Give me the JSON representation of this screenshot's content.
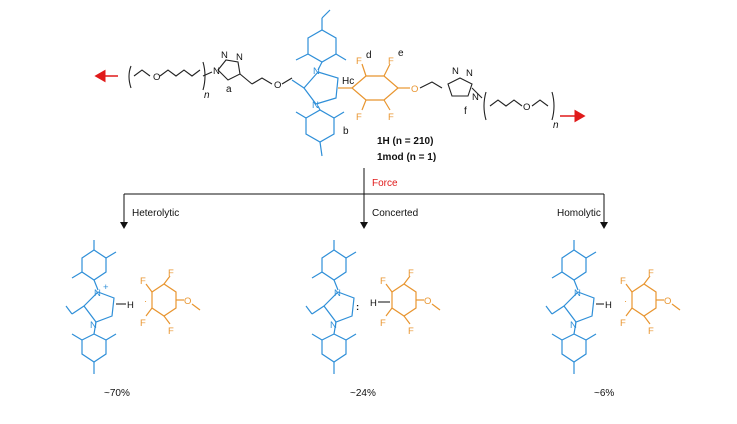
{
  "colors": {
    "mesityl": "#2f8fd8",
    "aryl": "#e8952f",
    "bond": "#222222",
    "force": "#e01a1a"
  },
  "top": {
    "site_labels": [
      "a",
      "b",
      "Hc",
      "d",
      "e",
      "f"
    ],
    "compound_1": "1H (n = 210)",
    "compound_2": "1mod (n = 1)",
    "n_left": "n",
    "n_right": "n"
  },
  "force_label": "Force",
  "pathways": [
    {
      "name": "Heterolytic",
      "yield": "~70%"
    },
    {
      "name": "Concerted",
      "yield": "~24%"
    },
    {
      "name": "Homolytic",
      "yield": "~6%"
    }
  ],
  "atoms": {
    "N": "N",
    "O": "O",
    "F": "F",
    "H": "H",
    "plus": "+",
    "colon": ":",
    "dot": "·"
  }
}
